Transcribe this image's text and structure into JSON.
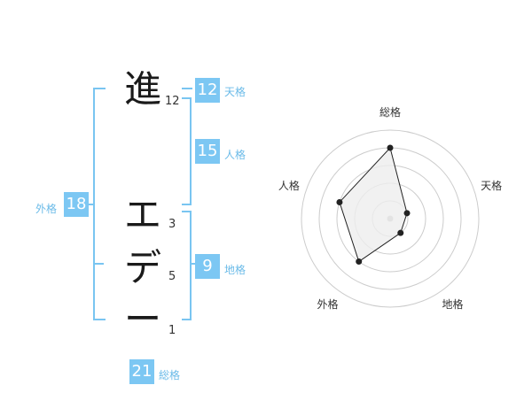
{
  "name": {
    "chars": [
      {
        "char": "進",
        "strokes": "12"
      },
      {
        "char": "エ",
        "strokes": "3"
      },
      {
        "char": "デ",
        "strokes": "5"
      },
      {
        "char": "ー",
        "strokes": "1"
      }
    ]
  },
  "kaku": {
    "tenkaku": {
      "value": "12",
      "label": "天格"
    },
    "jinkaku": {
      "value": "15",
      "label": "人格"
    },
    "chikaku": {
      "value": "9",
      "label": "地格"
    },
    "gaikaku": {
      "value": "18",
      "label": "外格"
    },
    "soukaku": {
      "value": "21",
      "label": "総格"
    }
  },
  "chart_data": {
    "type": "radar",
    "axes": [
      "総格",
      "天格",
      "地格",
      "外格",
      "人格"
    ],
    "values": [
      4,
      1,
      1,
      3,
      3
    ],
    "rmax": 5,
    "rings": 5,
    "colors": {
      "grid": "#cccccc",
      "fill": "#eeeeee",
      "stroke": "#222222",
      "point": "#222222",
      "center": "#bbbbbb"
    }
  },
  "colors": {
    "accent": "#7cc7f3",
    "bracket": "#79c5f1"
  }
}
